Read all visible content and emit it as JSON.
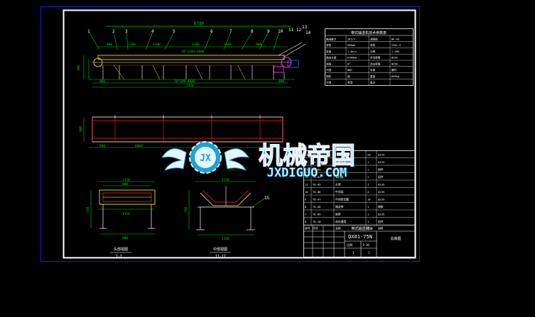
{
  "colors": {
    "background": "#000000",
    "frame": "#ffffff",
    "outer_border": "#1e1ed8",
    "green": "#00d000",
    "red": "#ff2020",
    "yellow": "#ffff30",
    "cyan": "#00e0e0",
    "magenta": "#ff30ff",
    "blue": "#4060ff",
    "watermark_blue": "#1aa3d6"
  },
  "elevation": {
    "overall_length": "6780",
    "total_length": "7420",
    "bottom_span": "20*200=4000",
    "mid_span": "20*1200=4000",
    "balloons_left": [
      "1",
      "2",
      "3",
      "4",
      "5"
    ],
    "balloons_right": [
      "6",
      "7",
      "8",
      "9",
      "10"
    ],
    "balloon_cluster": "11 12",
    "balloon_13": "13",
    "balloon_14": "14",
    "dims_top": [
      "800",
      "1100",
      "1100",
      "1100",
      "1100",
      "800"
    ],
    "dims_bottom": [
      "800",
      "800"
    ],
    "height_left": "300"
  },
  "plan": {
    "width": "800",
    "dims_bottom": [
      "800",
      "6080"
    ]
  },
  "section_left": {
    "top_dim": "1150",
    "inner_dim": "800",
    "mid_dim": "1150",
    "bottom_dim": "800",
    "height_dim": "750",
    "caption": "头部视图",
    "label": "I-I"
  },
  "section_right": {
    "top_dim": "1140",
    "bottom_dim": "1200",
    "height_dim": "750",
    "balloon": "15",
    "caption": "中部视图",
    "label": "II-II"
  },
  "spec_table": {
    "title": "带式输送机技术参数表",
    "rows": [
      [
        "输送能力",
        "20t/h",
        "减速机",
        "WF-40"
      ],
      [
        "带宽",
        "500mm",
        "电机",
        "Y90L-4"
      ],
      [
        "带速",
        "1.0m/s",
        "功率",
        "1.5kW"
      ],
      [
        "输送长度",
        "6780mm",
        "传动滚筒",
        "Φ320"
      ],
      [
        "倾角",
        "0°",
        "改向滚筒",
        "Φ250"
      ],
      [
        "托辊",
        "Φ89",
        "张紧",
        "螺杆"
      ],
      [
        "物料",
        "煤",
        "重量",
        "850kg"
      ],
      [
        "环境",
        "常温",
        "备注",
        ""
      ]
    ]
  },
  "parts_list": {
    "rows": [
      [
        "15",
        "TD-01",
        "托辊组",
        "20",
        "Q235"
      ],
      [
        "14",
        "TD-02",
        "头部护罩",
        "1",
        "Q235"
      ],
      [
        "13",
        "TD-03",
        "传动滚筒",
        "1",
        "组件"
      ],
      [
        "12",
        "TD-04",
        "清扫器",
        "1",
        "组件"
      ],
      [
        "11",
        "TD-05",
        "头架",
        "1",
        "Q235"
      ],
      [
        "10",
        "TD-06",
        "中间架",
        "4",
        "Q235"
      ],
      [
        "9",
        "TD-07",
        "中间架支腿",
        "10",
        "Q235"
      ],
      [
        "8",
        "TD-08",
        "输送带",
        "1",
        "橡胶"
      ],
      [
        "7",
        "TD-09",
        "尾架",
        "1",
        "Q235"
      ],
      [
        "6",
        "TD-10",
        "改向滚筒",
        "1",
        "组件"
      ]
    ],
    "headers": [
      "序号",
      "代号",
      "名称",
      "数量",
      "材料"
    ]
  },
  "title_block": {
    "product": "带式输送机",
    "drawing_no": "DX01-75N",
    "company": "总装图",
    "scale_label": "比例",
    "scale": "1:10",
    "sheet": "1",
    "sheets": "1"
  },
  "watermark": {
    "chinese": "机械帝国",
    "latin": "JXDIGUO.COM",
    "badge": "JX"
  }
}
